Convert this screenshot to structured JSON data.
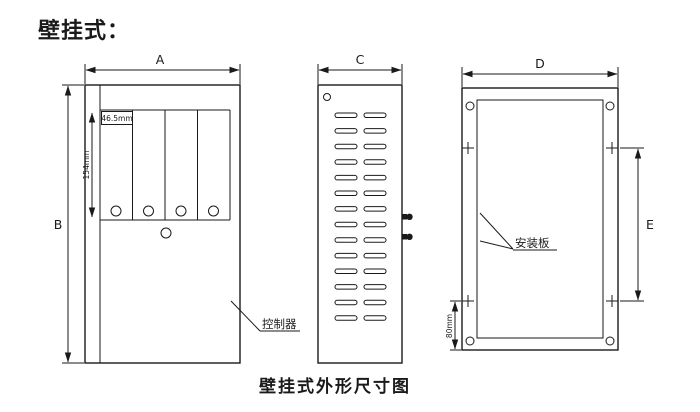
{
  "title": "壁挂式：",
  "caption": "壁挂式外形尺寸图",
  "front_view": {
    "width_label": "A",
    "height_label": "B",
    "slot_width_label": "46.5mm",
    "slot_height_label": "154mm",
    "callout": "控制器"
  },
  "side_view": {
    "width_label": "C"
  },
  "back_view": {
    "width_label": "D",
    "height_label": "E",
    "offset_label": "80mm",
    "callout": "安装板"
  },
  "colors": {
    "line": "#1a1a1a",
    "background": "#ffffff"
  }
}
